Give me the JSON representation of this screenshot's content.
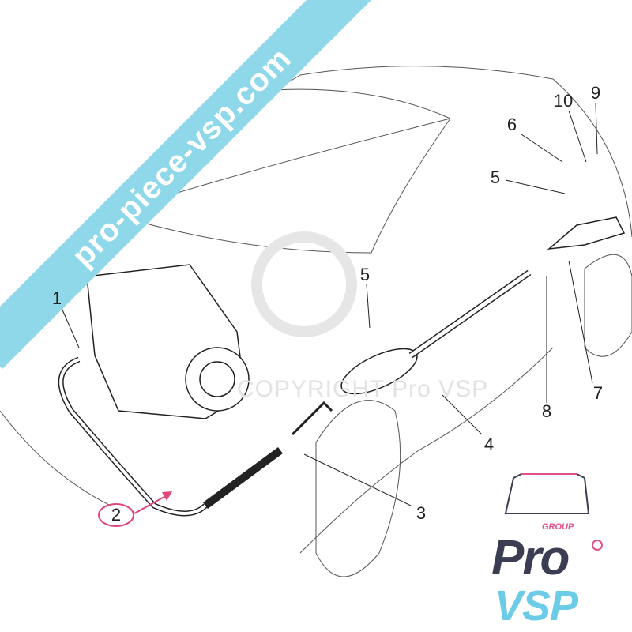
{
  "banner": {
    "text": "pro-piece-vsp.com",
    "color": "#8fd8ea"
  },
  "watermark": {
    "text": "COPYRIGHT Pro VSP"
  },
  "callouts": [
    "1",
    "2",
    "3",
    "4",
    "5",
    "5",
    "6",
    "7",
    "8",
    "9",
    "10"
  ],
  "highlight": {
    "label": "2",
    "color": "#e0457b"
  },
  "logo": {
    "group": "GROUP",
    "pro": "Pro",
    "vsp": "VSP",
    "colors": {
      "dark": "#3b3d52",
      "pink": "#e2508a",
      "blue": "#6ccbe6"
    }
  }
}
